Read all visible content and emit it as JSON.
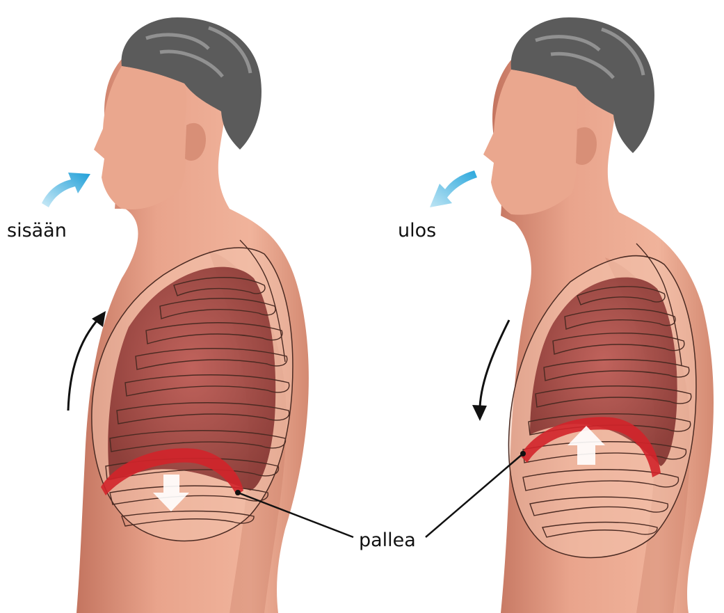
{
  "labels": {
    "inhale": "sisään",
    "exhale": "ulos",
    "diaphragm": "pallea"
  },
  "colors": {
    "skin": "#e8a088",
    "skin_shadow": "#c97a63",
    "hair": "#5a5a5a",
    "hair_highlight": "#9a9a9a",
    "lung": "#9c3c3a",
    "diaphragm": "#d2232a",
    "air_arrow": "#2aa7dc",
    "air_arrow_light": "#8fd0ec",
    "movement_arrow": "#111111",
    "rib_outline": "#4a2a22",
    "diaphragm_motion_arrow": "#ffffff"
  },
  "panels": [
    {
      "state": "inhale",
      "air_flow": "in",
      "ribcage_motion": "up",
      "diaphragm_motion": "down"
    },
    {
      "state": "exhale",
      "air_flow": "out",
      "ribcage_motion": "down",
      "diaphragm_motion": "up"
    }
  ]
}
